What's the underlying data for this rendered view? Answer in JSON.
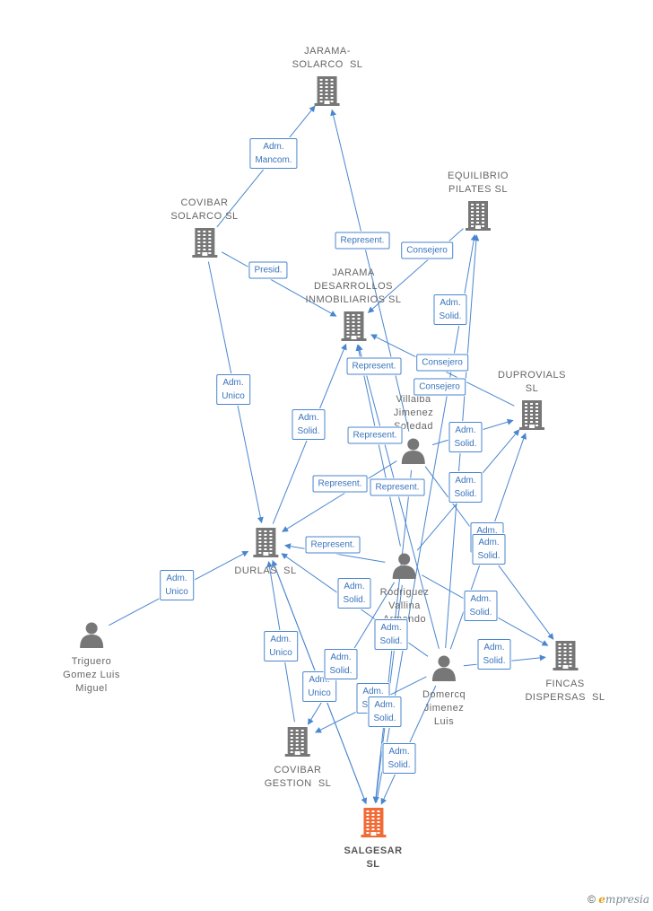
{
  "colors": {
    "edge": "#4a86cf",
    "building": "#777777",
    "main_building": "#f26a35",
    "person": "#777777"
  },
  "nodes": [
    {
      "id": "jarama_solarco",
      "kind": "company",
      "label": "JARAMA-\nSOLARCO  SL"
    },
    {
      "id": "equilibrio",
      "kind": "company",
      "label": "EQUILIBRIO\nPILATES SL"
    },
    {
      "id": "covibar_solarco",
      "kind": "company",
      "label": "COVIBAR\nSOLARCO SL"
    },
    {
      "id": "jarama_des",
      "kind": "company",
      "label": "JARAMA\nDESARROLLOS\nINMOBILIARIOS SL"
    },
    {
      "id": "duprovials",
      "kind": "company",
      "label": "DUPROVIALS\nSL"
    },
    {
      "id": "villalba",
      "kind": "person",
      "label": "Villalba\nJimenez\nSoledad"
    },
    {
      "id": "durlas",
      "kind": "company",
      "label": "DURLAS  SL"
    },
    {
      "id": "rodriguez",
      "kind": "person",
      "label": "Rodriguez\nVallina\nArmando"
    },
    {
      "id": "triguero",
      "kind": "person",
      "label": "Triguero\nGomez Luis\nMiguel"
    },
    {
      "id": "fincas",
      "kind": "company",
      "label": "FINCAS\nDISPERSAS  SL"
    },
    {
      "id": "domercq",
      "kind": "person",
      "label": "Domercq\nJimenez\nLuis"
    },
    {
      "id": "covibar_gestion",
      "kind": "company",
      "label": "COVIBAR\nGESTION  SL"
    },
    {
      "id": "salgesar",
      "kind": "company",
      "main": true,
      "label": "SALGESAR\nSL"
    }
  ],
  "edges": [
    {
      "from": "covibar_solarco",
      "to": "jarama_solarco",
      "label": "Adm.\nMancom."
    },
    {
      "from": "covibar_solarco",
      "to": "jarama_des",
      "label": "Presid."
    },
    {
      "from": "covibar_solarco",
      "to": "durlas",
      "label": "Adm.\nUnico"
    },
    {
      "from": "villalba",
      "to": "jarama_solarco",
      "label": "Represent."
    },
    {
      "from": "equilibrio",
      "to": "jarama_des",
      "label": "Consejero"
    },
    {
      "from": "domercq",
      "to": "equilibrio",
      "label": "Adm.\nSolid."
    },
    {
      "from": "rodriguez",
      "to": "jarama_des",
      "label": "Represent."
    },
    {
      "from": "duprovials",
      "to": "jarama_des",
      "label": "Consejero"
    },
    {
      "from": "salgesar",
      "to": "equilibrio",
      "label": "Adm.\nSolid."
    },
    {
      "from": "durlas",
      "to": "jarama_des",
      "label": "Consejero"
    },
    {
      "from": "villalba",
      "to": "duprovials",
      "label": "Adm.\nSolid."
    },
    {
      "from": "domercq",
      "to": "jarama_des",
      "label": "Represent."
    },
    {
      "from": "villalba",
      "to": "durlas",
      "label": "Represent."
    },
    {
      "from": "rodriguez",
      "to": "durlas",
      "label": "Represent."
    },
    {
      "from": "rodriguez",
      "to": "duprovials",
      "label": "Adm.\nSolid."
    },
    {
      "from": "domercq",
      "to": "duprovials",
      "label": "Adm.\nSolid."
    },
    {
      "from": "villalba",
      "to": "fincas",
      "label": "Adm.\nSolid."
    },
    {
      "from": "triguero",
      "to": "durlas",
      "label": "Adm.\nUnico"
    },
    {
      "from": "domercq",
      "to": "durlas",
      "label": "Represent."
    },
    {
      "from": "rodriguez",
      "to": "fincas",
      "label": "Adm.\nSolid."
    },
    {
      "from": "domercq",
      "to": "fincas",
      "label": "Adm.\nSolid."
    },
    {
      "from": "rodriguez",
      "to": "covibar_gestion",
      "label": "Adm.\nSolid."
    },
    {
      "from": "covibar_gestion",
      "to": "durlas",
      "label": "Adm.\nUnico"
    },
    {
      "from": "salgesar",
      "to": "durlas",
      "label": "Adm.\nUnico"
    },
    {
      "from": "rodriguez",
      "to": "salgesar",
      "label": "Adm.\nSolid."
    },
    {
      "from": "domercq",
      "to": "covibar_gestion",
      "label": "Adm.\nSolid."
    },
    {
      "from": "villalba",
      "to": "salgesar",
      "label": "Adm.\nSolid."
    },
    {
      "from": "domercq",
      "to": "salgesar",
      "label": "Adm.\nSolid."
    },
    {
      "from": "durlas",
      "to": "salgesar",
      "label": "Adm.\nSolid."
    }
  ],
  "footer": {
    "copyright": "©",
    "brand_e": "e",
    "brand_rest": "mpresia"
  }
}
